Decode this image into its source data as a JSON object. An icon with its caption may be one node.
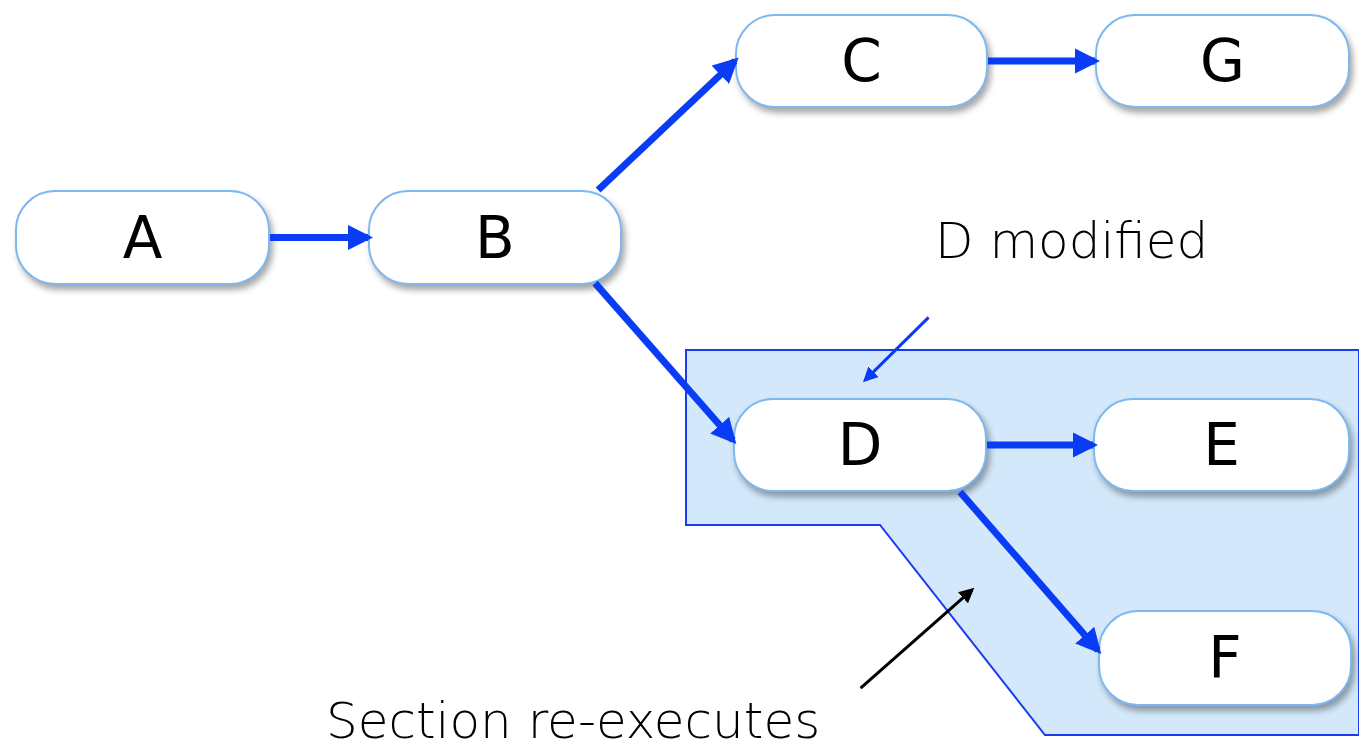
{
  "diagram": {
    "nodes": [
      {
        "text": [
          "A"
        ]
      },
      {
        "text": [
          "B"
        ]
      },
      {
        "text": [
          "C"
        ]
      },
      {
        "text": [
          "G"
        ]
      },
      {
        "text": [
          "D modified"
        ]
      },
      {
        "text": [],
        "shape": "box"
      },
      {
        "text": [
          "D"
        ],
        "in": 5
      },
      {
        "text": [
          "E"
        ],
        "in": 5
      },
      {
        "text": [
          "F"
        ],
        "in": 5
      },
      {
        "text": [
          "Section re-executes"
        ]
      }
    ],
    "edges": [
      {
        "from": 0,
        "to": 1,
        "arrow": "to"
      },
      {
        "from": 1,
        "to": 2,
        "arrow": "to"
      },
      {
        "from": 2,
        "to": 3,
        "arrow": "to"
      },
      {
        "from": 1,
        "to": 6,
        "arrow": "to"
      },
      {
        "from": 6,
        "to": 7,
        "arrow": "to"
      },
      {
        "from": 6,
        "to": 8,
        "arrow": "to"
      },
      {
        "from": 4,
        "to": 6,
        "arrow": "to"
      },
      {
        "from": 9,
        "to": 5,
        "arrow": "to",
        "color": "#000000"
      }
    ]
  }
}
